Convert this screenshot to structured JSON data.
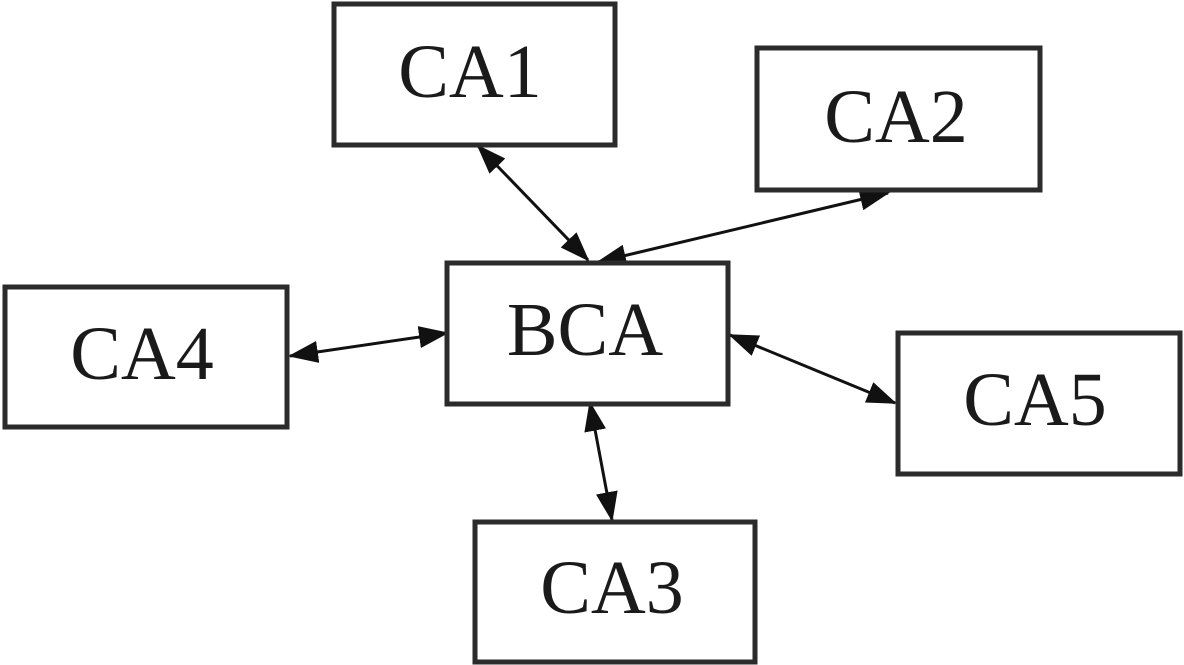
{
  "diagram": {
    "nodes": {
      "bca": "BCA",
      "ca1": "CA1",
      "ca2": "CA2",
      "ca3": "CA3",
      "ca4": "CA4",
      "ca5": "CA5"
    },
    "edges": [
      {
        "from": "BCA",
        "to": "CA1",
        "direction": "bidirectional"
      },
      {
        "from": "BCA",
        "to": "CA2",
        "direction": "bidirectional"
      },
      {
        "from": "BCA",
        "to": "CA3",
        "direction": "bidirectional"
      },
      {
        "from": "BCA",
        "to": "CA4",
        "direction": "bidirectional"
      },
      {
        "from": "BCA",
        "to": "CA5",
        "direction": "bidirectional"
      }
    ],
    "colors": {
      "box_border": "#2b2b2b",
      "edge": "#111111",
      "text": "#1a1a1a",
      "background": "#ffffff"
    }
  }
}
